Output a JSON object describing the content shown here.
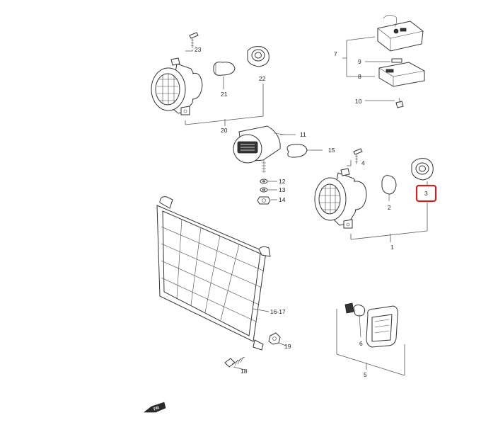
{
  "callouts": {
    "c1": "1",
    "c2": "2",
    "c3": "3",
    "c4": "4",
    "c5": "5",
    "c6": "6",
    "c7": "7",
    "c8": "8",
    "c9": "9",
    "c10": "10",
    "c11": "11",
    "c12": "12",
    "c13": "13",
    "c14": "14",
    "c15": "15",
    "c1617": "16-17",
    "c18": "18",
    "c19": "19",
    "c20": "20",
    "c21": "21",
    "c22": "22",
    "c23": "23"
  },
  "highlighted_callout": "3",
  "highlight_color": "#cc2222",
  "front_indicator": {
    "icon": "front-arrow-icon",
    "label": "FR"
  }
}
